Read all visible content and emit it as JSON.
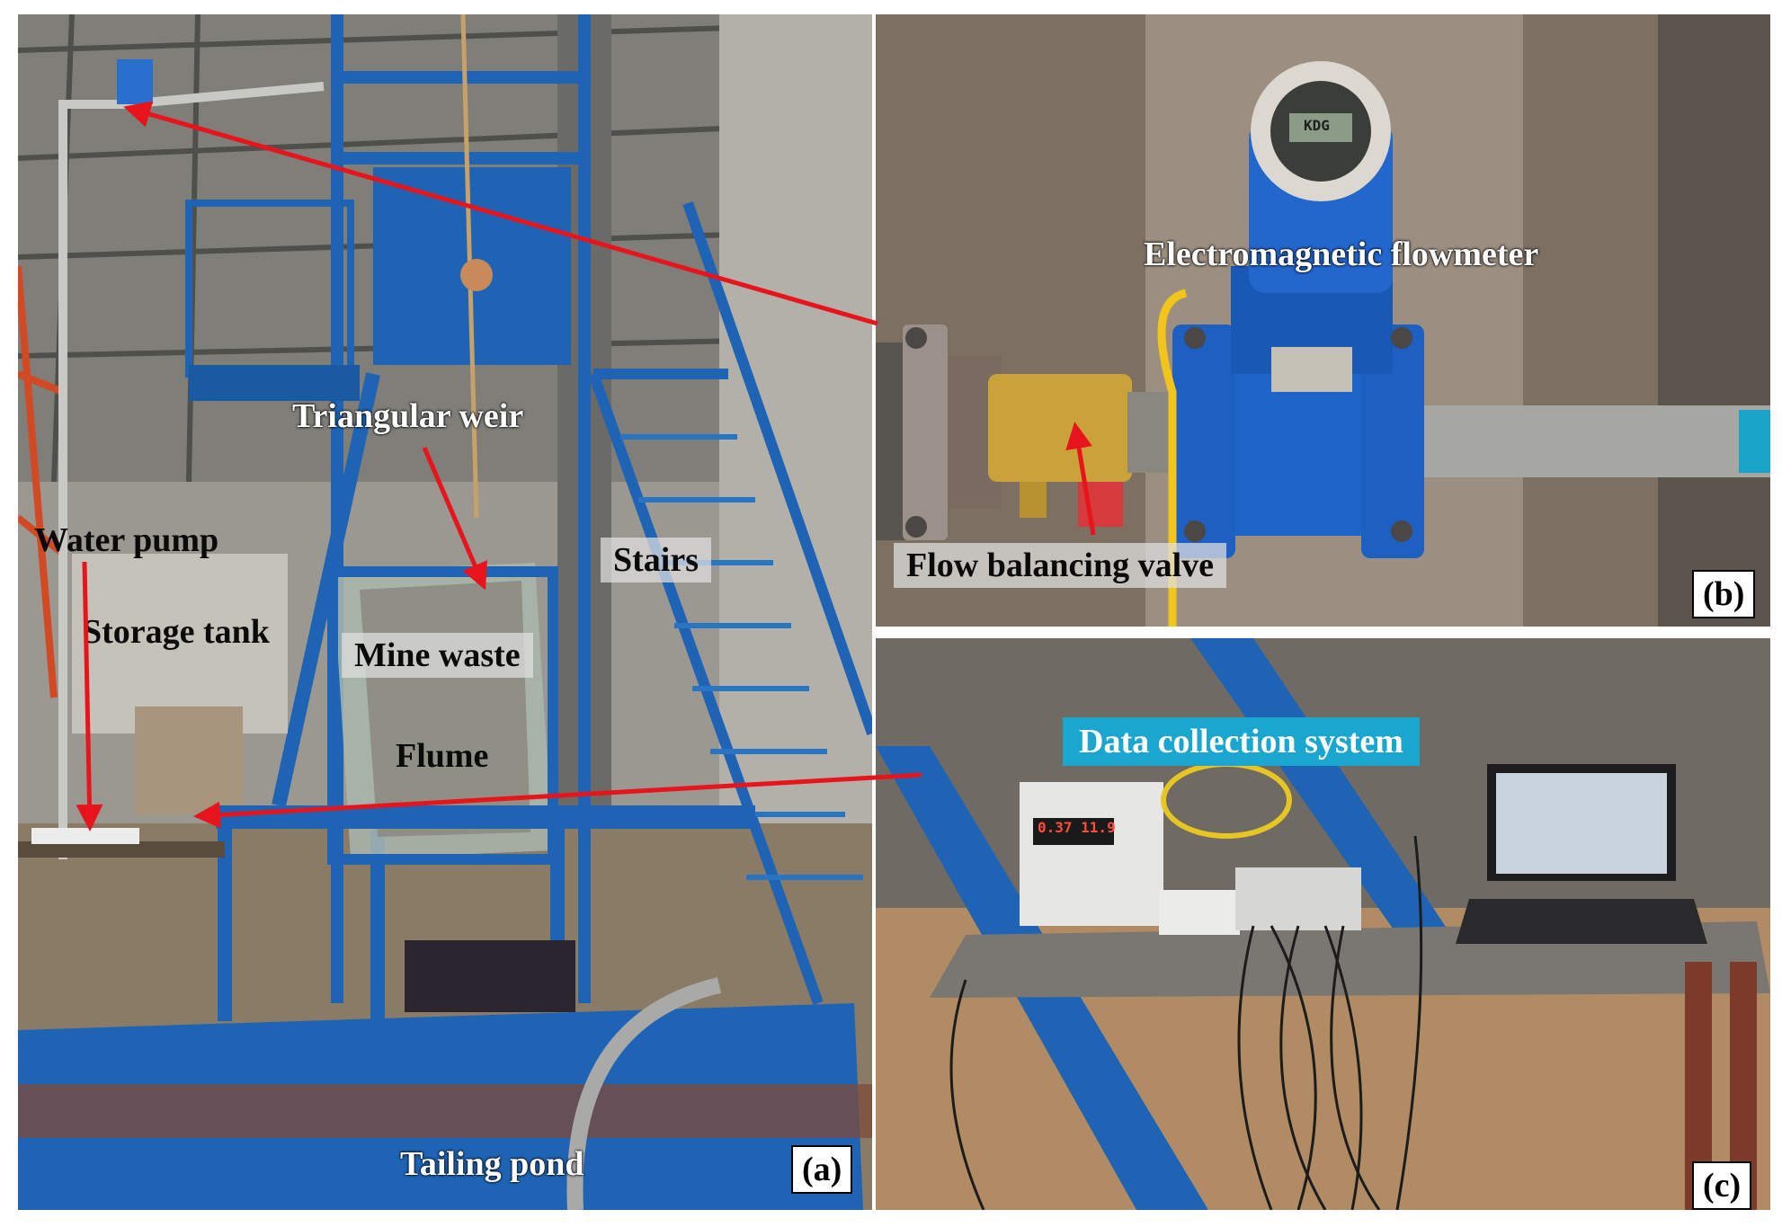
{
  "panels": {
    "a": {
      "tag": "(a)",
      "labels": {
        "triangular_weir": "Triangular weir",
        "water_pump": "Water pump",
        "storage_tank": "Storage tank",
        "mine_waste": "Mine waste",
        "flume": "Flume",
        "stairs": "Stairs",
        "tailing_pond": "Tailing pond"
      }
    },
    "b": {
      "tag": "(b)",
      "labels": {
        "flowmeter": "Electromagnetic flowmeter",
        "valve": "Flow balancing valve"
      },
      "display_text": "KDG"
    },
    "c": {
      "tag": "(c)",
      "labels": {
        "data_system": "Data collection system"
      },
      "power_readout": "0.37  11.9"
    }
  },
  "colors": {
    "arrow": "#e8141b",
    "frame_blue": "#1f64b4",
    "label_cyan": "#1aa6cf",
    "brass": "#c9a23a"
  }
}
